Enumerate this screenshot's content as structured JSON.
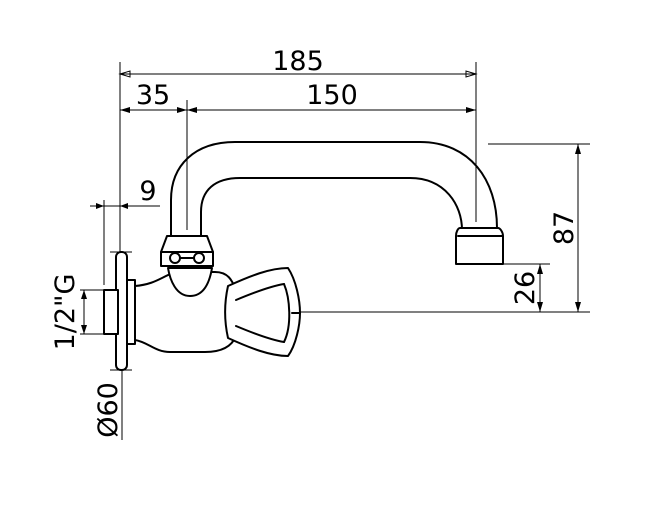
{
  "dimensions": {
    "overall_length": "185",
    "offset_to_spout": "35",
    "spout_reach": "150",
    "flange_thickness": "9",
    "height": "87",
    "outlet_height": "26",
    "thread": "1/2\"G",
    "flange_diameter": "Ø60"
  }
}
